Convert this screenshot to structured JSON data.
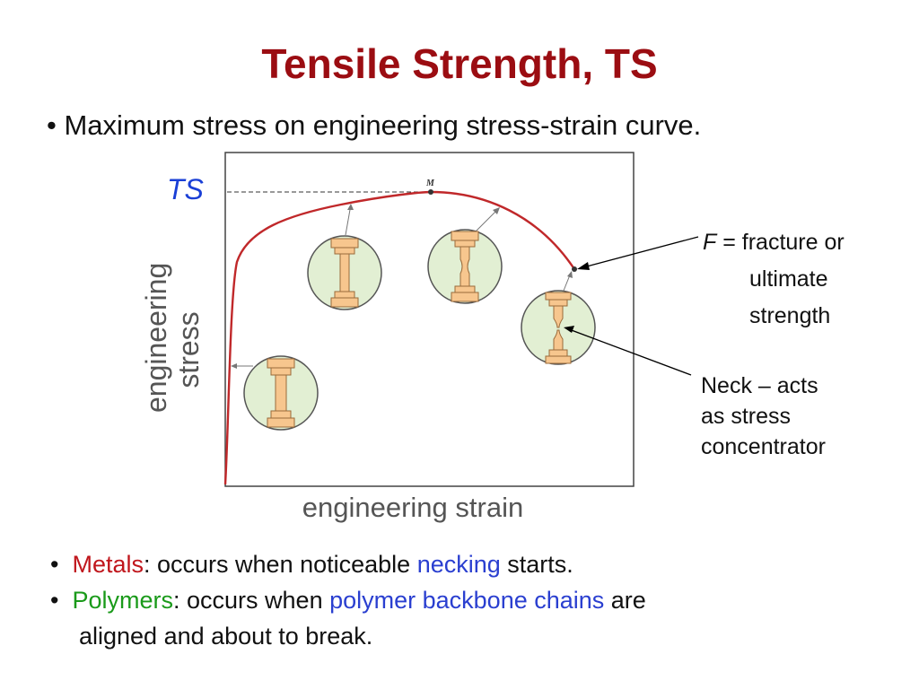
{
  "title": "Tensile Strength, TS",
  "bullet_main": "• Maximum stress on engineering stress-strain curve.",
  "ts_label": "TS",
  "y_axis_label_line1": "engineering",
  "y_axis_label_line2": "stress",
  "x_axis_label": "engineering strain",
  "max_point_label": "M",
  "fracture_annotation": {
    "symbol": "F",
    "line1_rest": " = fracture or",
    "line2": "ultimate",
    "line3": "strength"
  },
  "neck_annotation": {
    "line1": "Neck – acts",
    "line2": "as stress",
    "line3": "concentrator"
  },
  "bottom_bullets": {
    "metals_bullet": "•",
    "metals_term": "Metals",
    "metals_colon": ":",
    "metals_text_a": " occurs when noticeable ",
    "metals_highlight": "necking",
    "metals_text_b": " starts.",
    "polymers_bullet": "•",
    "polymers_term": "Polymers",
    "polymers_colon": ":",
    "polymers_text_a": " occurs when ",
    "polymers_highlight": "polymer backbone chains",
    "polymers_text_b": " are",
    "polymers_line2": "aligned and about to break."
  },
  "colors": {
    "title": "#9b0d12",
    "ts": "#1a3fd6",
    "curve": "#c0282a",
    "specimen_fill": "#f7c68e",
    "specimen_stroke": "#9a6a3a",
    "circle_fill": "#e2efd3",
    "circle_stroke": "#555555"
  }
}
